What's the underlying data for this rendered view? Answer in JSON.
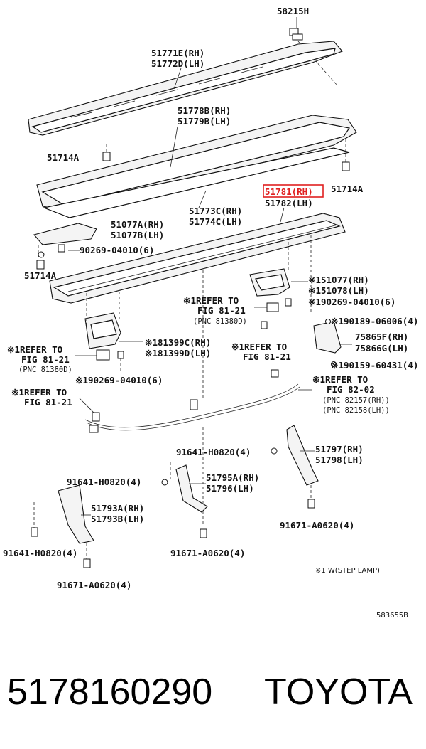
{
  "labels": {
    "l58215H": "58215H",
    "l51771E": "51771E(RH)",
    "l51772D": "51772D(LH)",
    "l51778B": "51778B(RH)",
    "l51779B": "51779B(LH)",
    "l51714A_1": "51714A",
    "l51714A_2": "51714A",
    "l51714A_3": "51714A",
    "l51781": "51781(RH)",
    "l51782": "51782(LH)",
    "l51773C": "51773C(RH)",
    "l51774C": "51774C(LH)",
    "l51077A": "51077A(RH)",
    "l51077B": "51077B(LH)",
    "l90269_a": "90269-04010(6)",
    "l51077": "※151077(RH)",
    "l51078": "※151078(LH)",
    "l90269_b": "※190269-04010(6)",
    "l90189": "※190189-06006(4)",
    "l75865F": "75865F(RH)",
    "l75866G": "75866G(LH)",
    "l90159": "※190159-60431(4)",
    "l81399C": "※181399C(RH)",
    "l81399D": "※181399D(LH)",
    "ref1_a": "※1REFER TO",
    "ref1_b": "FIG 81-21",
    "ref1_c": "(PNC 81380D)",
    "ref2_a": "※1REFER TO",
    "ref2_b": "FIG 81-21",
    "ref3_a": "※1REFER TO",
    "ref3_b": "FIG 81-21",
    "ref3_c": "(PNC 81380D)",
    "ref4_a": "※1REFER TO",
    "ref4_b": "FIG 81-21",
    "ref5_a": "※1REFER TO",
    "ref5_b": "FIG 82-02",
    "ref5_c": "(PNC 82157(RH))",
    "ref5_d": "(PNC 82158(LH))",
    "l90269_c": "※190269-04010(6)",
    "l91641_a": "91641-H0820(4)",
    "l51797": "51797(RH)",
    "l51798": "51798(LH)",
    "l91641_b": "91641-H0820(4)",
    "l51795A": "51795A(RH)",
    "l51796": "51796(LH)",
    "l51793A": "51793A(RH)",
    "l51793B": "51793B(LH)",
    "l91671_a": "91671-A0620(4)",
    "l91641_c": "91641-H0820(4)",
    "l91671_b": "91671-A0620(4)",
    "l91671_c": "91671-A0620(4)",
    "note": "※1 W(STEP LAMP)",
    "code": "583655B"
  },
  "footer": {
    "part_number": "5178160290",
    "brand": "TOYOTA"
  },
  "highlight_color": "#e02020"
}
